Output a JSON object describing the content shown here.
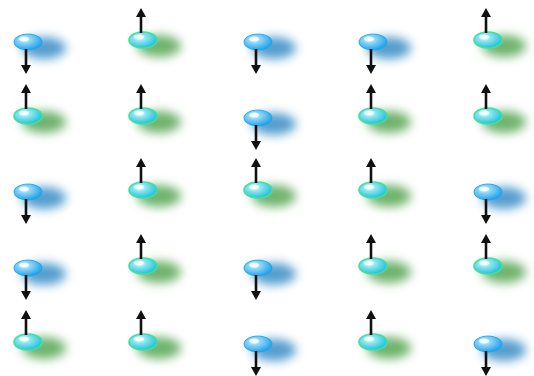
{
  "lattice": {
    "rows": 5,
    "cols": 5,
    "spins": [
      [
        "down",
        "up",
        "down",
        "down",
        "up"
      ],
      [
        "up",
        "up",
        "down",
        "up",
        "up"
      ],
      [
        "down",
        "up",
        "up",
        "up",
        "down"
      ],
      [
        "down",
        "up",
        "down",
        "up",
        "up"
      ],
      [
        "up",
        "up",
        "down",
        "up",
        "down"
      ]
    ],
    "colors": {
      "up_particle": "#19d0e6",
      "up_rim": "#3fe0a0",
      "up_shadow": "#3f9a3a",
      "down_particle": "#1aa8ee",
      "down_shadow": "#1c7dbd",
      "arrow": "#111111",
      "background": "#ffffff"
    },
    "icons": {
      "up": "arrow-up-icon",
      "down": "arrow-down-icon"
    }
  }
}
